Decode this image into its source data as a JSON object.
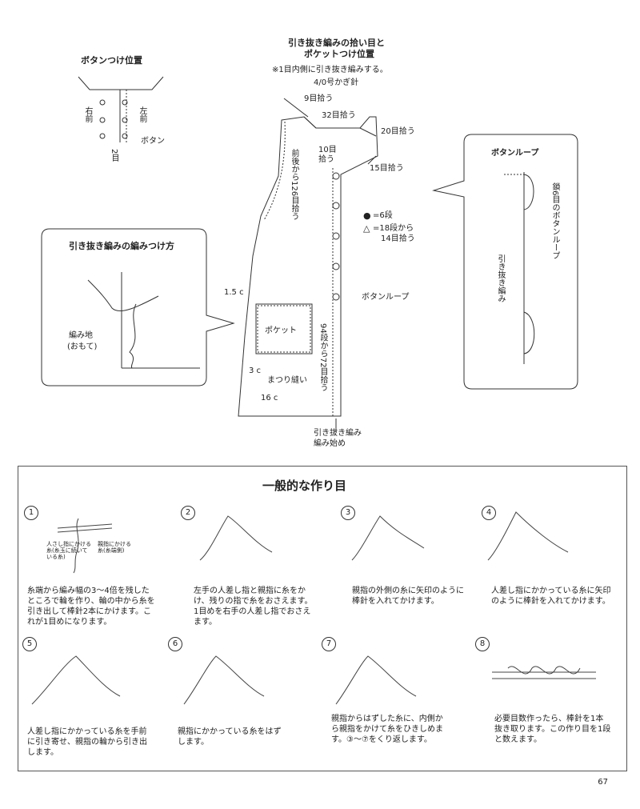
{
  "button_position": {
    "title": "ボタンつけ位置",
    "right_front": "右前",
    "left_front": "左前",
    "button": "ボタン",
    "spacing": "2目"
  },
  "pickup": {
    "title_line1": "引き抜き編みの拾い目と",
    "title_line2": "ポケットつけ位置",
    "note": "※1目内側に引き抜き編みする。",
    "hook": "4/0号かぎ針",
    "pick9": "9目拾う",
    "pick32": "32目拾う",
    "pick20": "20目拾う",
    "pick10": "10目拾う",
    "pick15": "15目拾う",
    "pick126": "前後から126目拾う",
    "legend_dot": "=6段",
    "legend_tri1": "=18段から",
    "legend_tri2": "14目拾う",
    "button_loop": "ボタンループ",
    "pocket": "ポケット",
    "dim_15": "1.5 c",
    "dim_3": "3 c",
    "dim_16": "16 c",
    "blind_stitch": "まつり縫い",
    "pick94": "94段から72目拾う",
    "start1": "引き抜き編み",
    "start2": "編み始め"
  },
  "slip_stitch_box": {
    "title": "引き抜き編みの編みつけ方",
    "fabric1": "編み地",
    "fabric2": "(おもて)"
  },
  "button_loop_box": {
    "title": "ボタンループ",
    "chain": "鎖6目のボタンループ",
    "slip": "引き抜き編み"
  },
  "cast_on": {
    "title": "一般的な作り目",
    "steps": [
      {
        "num": "1",
        "text": "糸端から編み幅の3〜4倍を残したところで輪を作り、輪の中から糸を引き出して棒針2本にかけます。これが1目めになります。"
      },
      {
        "num": "2",
        "text": "左手の人差し指と親指に糸をかけ、残りの指で糸をおさえます。1目めを右手の人差し指でおさえます。"
      },
      {
        "num": "3",
        "text": "親指の外側の糸に矢印のように棒針を入れてかけます。"
      },
      {
        "num": "4",
        "text": "人差し指にかかっている糸に矢印のように棒針を入れてかけます。"
      },
      {
        "num": "5",
        "text": "人差し指にかかっている糸を手前に引き寄せ、親指の輪から引き出します。"
      },
      {
        "num": "6",
        "text": "親指にかかっている糸をはずします。"
      },
      {
        "num": "7",
        "text": "親指からはずした糸に、内側から親指をかけて糸をひきしめます。③〜⑦をくり返します。"
      },
      {
        "num": "8",
        "text": "必要目数作ったら、棒針を1本抜き取ります。この作り目を1段と数えます。"
      }
    ],
    "label_index": "人さし指にかける糸(糸玉に続いている糸)",
    "label_thumb": "親指にかける糸(糸端側)"
  },
  "page_number": "67"
}
